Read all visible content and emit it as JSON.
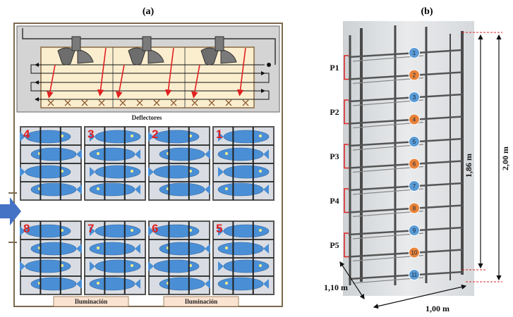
{
  "panel_a": {
    "label": "(a)",
    "deflector_label": "Deflectores",
    "lighting_labels": [
      "Iluminación",
      "Iluminación"
    ],
    "trays_top": [
      "4",
      "3",
      "2",
      "1"
    ],
    "trays_bottom": [
      "8",
      "7",
      "6",
      "5"
    ]
  },
  "panel_b": {
    "label": "(b)",
    "shelves": [
      "1",
      "2",
      "3",
      "4",
      "5",
      "6",
      "7",
      "8",
      "9",
      "10",
      "11"
    ],
    "shelf_colors": [
      "blue",
      "orange",
      "blue",
      "orange",
      "blue",
      "orange",
      "blue",
      "orange",
      "blue",
      "orange",
      "blue"
    ],
    "positions": [
      "P1",
      "P2",
      "P3",
      "P4",
      "P5"
    ],
    "height_inner": "1,86 m",
    "height_total": "2,00 m",
    "depth": "1,10 m",
    "width": "1,00 m"
  },
  "colors": {
    "fish": "#4a8fd6",
    "tray_bg": "#d9dde3",
    "frame": "#7b6a4e",
    "red": "#e02020",
    "orange": "#e8833a",
    "blue_circle": "#5b9bd5"
  }
}
